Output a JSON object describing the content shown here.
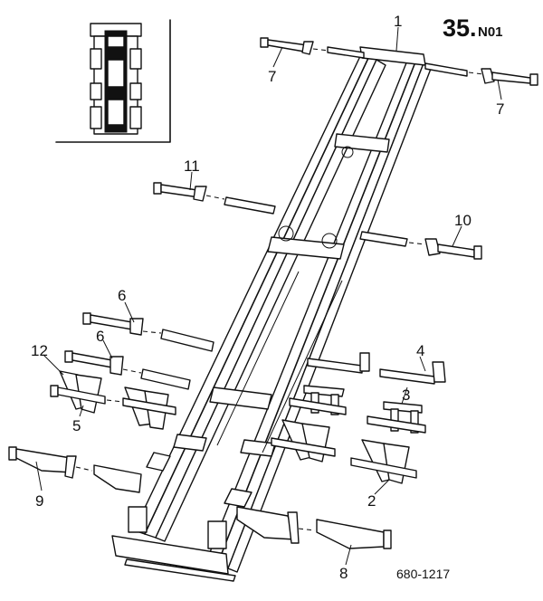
{
  "header": {
    "section_main": "35.",
    "section_sub": "N01"
  },
  "footer": {
    "drawing_number": "680-1217"
  },
  "callouts": [
    "1",
    "7",
    "7",
    "11",
    "10",
    "6",
    "6",
    "12",
    "4",
    "3",
    "5",
    "9",
    "2",
    "8"
  ]
}
